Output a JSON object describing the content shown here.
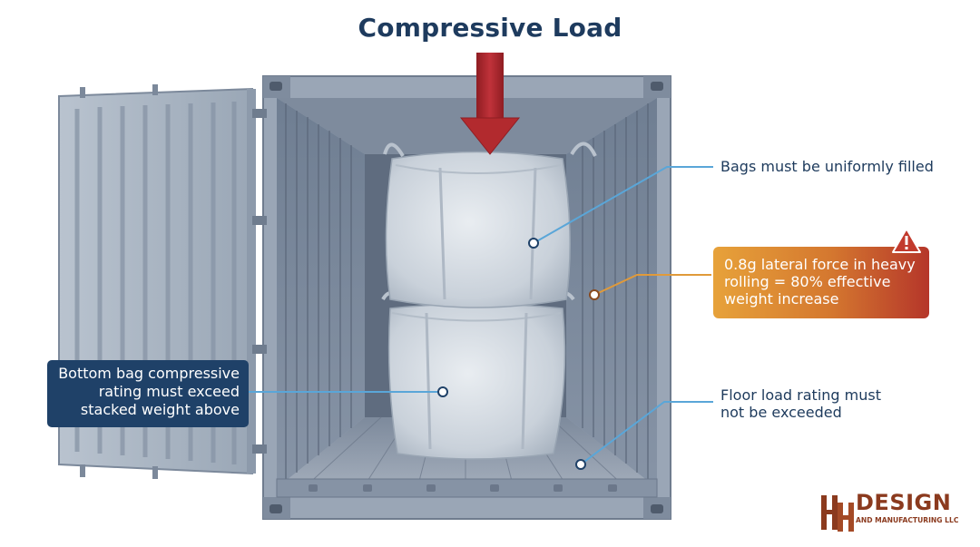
{
  "title": "Compressive Load",
  "callouts": {
    "uniform": "Bags must be uniformly filled",
    "lateral": [
      "0.8g lateral force in heavy",
      "rolling = 80% effective",
      "weight increase"
    ],
    "floor": [
      "Floor load rating must",
      "not be exceeded"
    ],
    "bottom_bag": [
      "Bottom bag compressive",
      "rating must exceed",
      "stacked weight above"
    ]
  },
  "logo": {
    "name": "DESIGN",
    "tagline": "AND MANUFACTURING LLC"
  },
  "colors": {
    "title": "#1e3b5e",
    "arrow": "#b22a2e",
    "callout_text": "#1d3a5c",
    "navy_box": "#1f4168",
    "warn_start": "#e7a23a",
    "warn_end": "#b5362a",
    "leader_line": "#5aa6d8",
    "leader_warn": "#e09a3a",
    "container": "#8f9db0",
    "logo": "#8b3a1e"
  },
  "icons": [
    "compressive-load-arrow",
    "warning-triangle-icon",
    "container-door",
    "bulk-bag",
    "company-logo"
  ]
}
